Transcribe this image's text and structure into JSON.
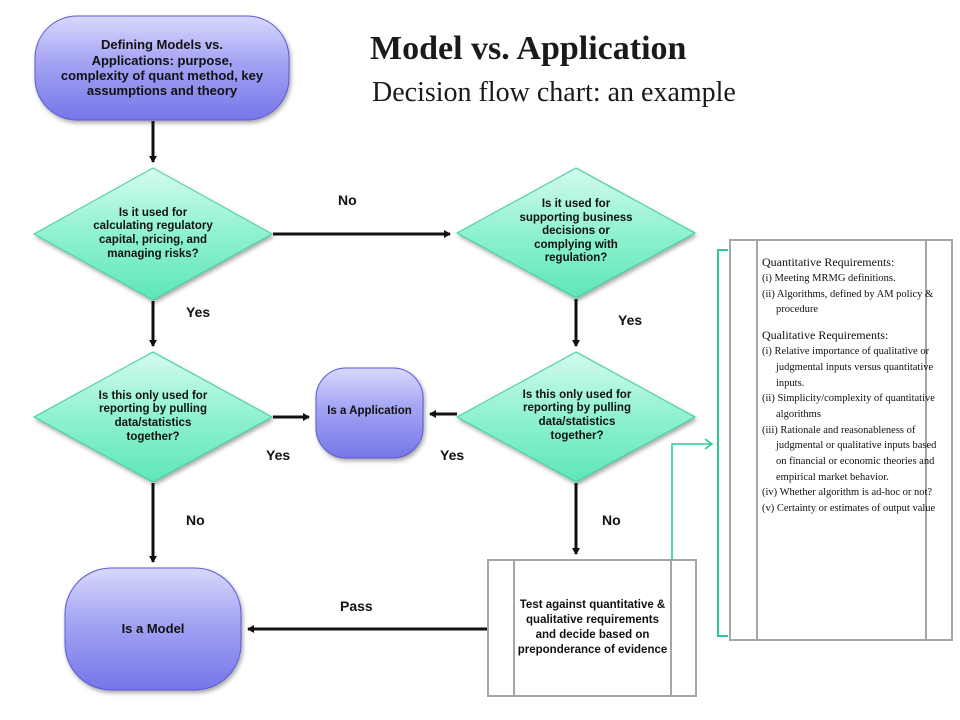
{
  "title": "Model vs. Application",
  "subtitle": "Decision flow chart: an example",
  "nodes": {
    "start": "Defining Models vs. Applications: purpose, complexity of quant method, key assumptions and theory",
    "q1": "Is it used for calculating regulatory capital, pricing, and managing risks?",
    "q2": "Is it used for supporting business decisions or complying with regulation?",
    "q3": "Is this only used for reporting by pulling data/statistics together?",
    "q4": "Is this only used for reporting by pulling data/statistics together?",
    "application": "Is a Application",
    "model": "Is a Model",
    "test": "Test against quantitative & qualitative requirements and decide based on preponderance of evidence"
  },
  "edge_labels": {
    "q1_no": "No",
    "q1_yes": "Yes",
    "q2_yes": "Yes",
    "q3_yes": "Yes",
    "q4_yes": "Yes",
    "q3_no": "No",
    "q4_no": "No",
    "test_pass": "Pass"
  },
  "requirements": {
    "quant_heading": "Quantitative Requirements:",
    "quant_items": [
      "(i) Meeting MRMG definitions.",
      "(ii) Algorithms, defined by AM policy & procedure"
    ],
    "qual_heading": "Qualitative Requirements:",
    "qual_items": [
      "(i) Relative importance of qualitative or judgmental inputs versus quantitative inputs.",
      "(ii) Simplicity/complexity of quantitative algorithms",
      "(iii) Rationale and reasonableness of judgmental or qualitative inputs based on financial or economic theories and empirical market behavior.",
      "(iv) Whether algorithm is ad-hoc or not?",
      "(v) Certainty or estimates of output value"
    ]
  },
  "colors": {
    "pill_fill": "#8f8ff0",
    "diamond_fill": "#7ff0c8",
    "arrow": "#111111",
    "bracket": "#2fc79a",
    "box_border": "#a6a6a6"
  }
}
